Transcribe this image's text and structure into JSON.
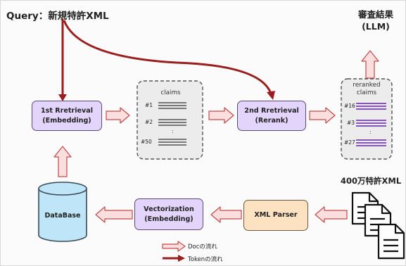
{
  "query": {
    "label": "Query：",
    "value": "新規特許XML"
  },
  "result": {
    "line1": "審査結果",
    "line2": "(LLM)"
  },
  "first_retrieval": {
    "line1": "1st Rretrieval",
    "line2": "(Embedding)"
  },
  "second_retrieval": {
    "line1": "2nd Rretrieval",
    "line2": "(Rerank)"
  },
  "claims_list": {
    "title": "claims",
    "items": [
      "#1",
      "#2",
      ":",
      "#50"
    ]
  },
  "reranked_list": {
    "title_line1": "reranked",
    "title_line2": "claims",
    "items": [
      "#16",
      "#3",
      ":",
      "#27"
    ]
  },
  "database": {
    "label": "DataBase"
  },
  "vectorization": {
    "line1": "Vectorization",
    "line2": "(Embedding)"
  },
  "xml_parser": {
    "label": "XML Parser"
  },
  "patent_docs": {
    "label": "400万特許XML"
  },
  "legend": {
    "doc_flow": "Docの流れ",
    "token_flow": "Tokenの流れ"
  },
  "colors": {
    "token_arrow": "#9a1e1e",
    "doc_arrow_fill": "#fbdede",
    "doc_arrow_stroke": "#c24a4a",
    "process_box": "#e3d4fb",
    "parser_box": "#fde2c2",
    "database": "#bfe6f8"
  }
}
